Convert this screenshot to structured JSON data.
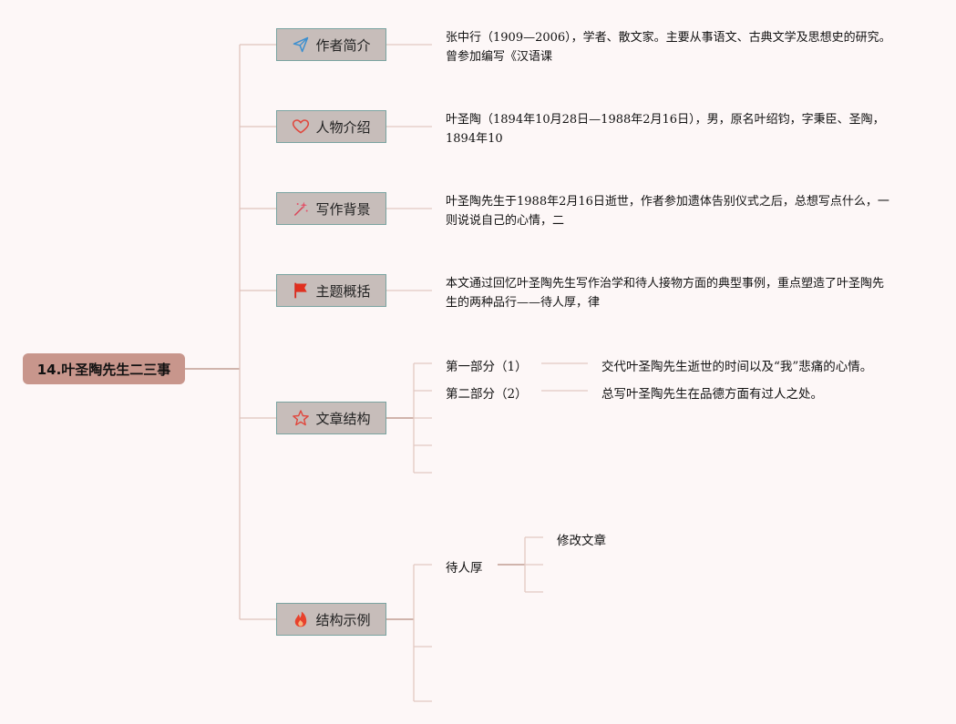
{
  "root": {
    "label": "14.叶圣陶先生二三事"
  },
  "topics": {
    "author": {
      "label": "作者简介",
      "icon": "paper-plane-icon",
      "desc": "张中行（1909—2006），学者、散文家。主要从事语文、古典文学及思想史的研究。曾参加编写《汉语课"
    },
    "person": {
      "label": "人物介绍",
      "icon": "heart-icon",
      "desc": "叶圣陶（1894年10月28日—1988年2月16日），男，原名叶绍钧，字秉臣、圣陶，1894年10"
    },
    "background": {
      "label": "写作背景",
      "icon": "sparkle-icon",
      "desc": "叶圣陶先生于1988年2月16日逝世，作者参加遗体告别仪式之后，总想写点什么，一则说说自己的心情，二"
    },
    "theme": {
      "label": "主题概括",
      "icon": "flag-icon",
      "desc": "本文通过回忆叶圣陶先生写作治学和待人接物方面的典型事例，重点塑造了叶圣陶先生的两种品行——待人厚，律"
    },
    "structure": {
      "label": "文章结构",
      "icon": "star-icon",
      "parts": [
        {
          "label": "第一部分（1）",
          "detail": "交代叶圣陶先生逝世的时间以及“我”悲痛的心情。"
        },
        {
          "label": "第二部分（2）",
          "detail": "总写叶圣陶先生在品德方面有过人之处。"
        }
      ]
    },
    "example": {
      "label": "结构示例",
      "icon": "fire-icon",
      "branch": "待人厚",
      "leaf": "修改文章"
    }
  },
  "colors": {
    "background": "#fdf7f7",
    "root_fill": "#c8968c",
    "topic_fill": "#c7bdba",
    "topic_border": "#7aa3a0",
    "line_main": "#b58c80",
    "line_light": "#e3c9c2"
  }
}
